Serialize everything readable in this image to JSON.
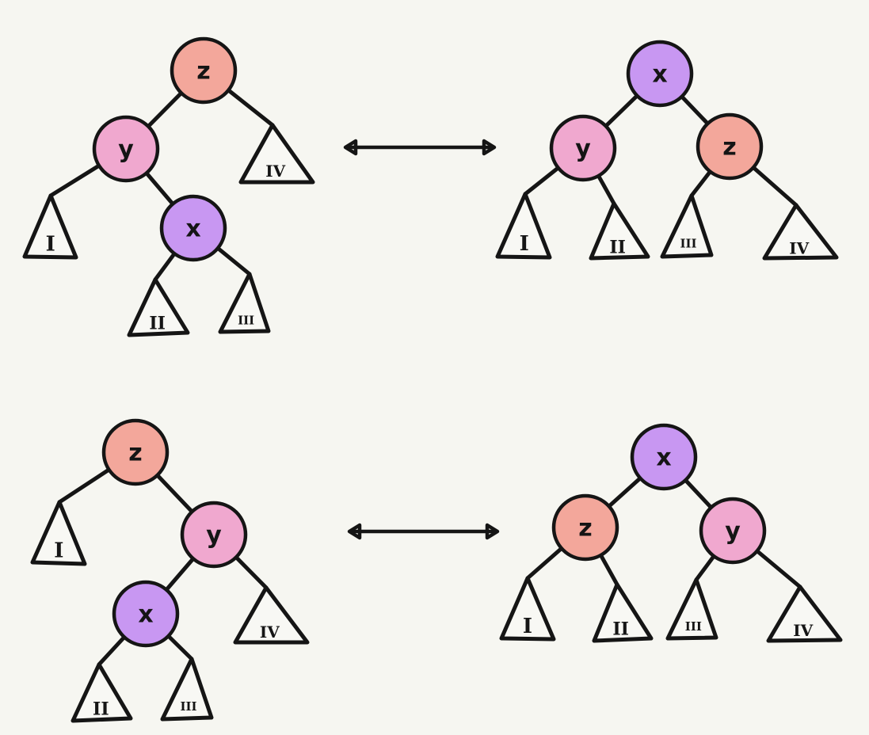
{
  "colors": {
    "background": "#f6f6f1",
    "node_z": "#f3a79b",
    "node_y": "#f0a8cf",
    "node_x": "#c897f2",
    "stroke": "#151515"
  },
  "diagrams": [
    {
      "name": "top-before",
      "nodes": [
        {
          "id": "z",
          "label": "z",
          "color": "node_z"
        },
        {
          "id": "y",
          "label": "y",
          "color": "node_y"
        },
        {
          "id": "x",
          "label": "x",
          "color": "node_x"
        }
      ],
      "subtrees": [
        "I",
        "II",
        "III",
        "IV"
      ]
    },
    {
      "name": "top-after",
      "nodes": [
        {
          "id": "x",
          "label": "x",
          "color": "node_x"
        },
        {
          "id": "y",
          "label": "y",
          "color": "node_y"
        },
        {
          "id": "z",
          "label": "z",
          "color": "node_z"
        }
      ],
      "subtrees": [
        "I",
        "II",
        "III",
        "IV"
      ]
    },
    {
      "name": "bottom-before",
      "nodes": [
        {
          "id": "z",
          "label": "z",
          "color": "node_z"
        },
        {
          "id": "y",
          "label": "y",
          "color": "node_y"
        },
        {
          "id": "x",
          "label": "x",
          "color": "node_x"
        }
      ],
      "subtrees": [
        "I",
        "II",
        "III",
        "IV"
      ]
    },
    {
      "name": "bottom-after",
      "nodes": [
        {
          "id": "x",
          "label": "x",
          "color": "node_x"
        },
        {
          "id": "z",
          "label": "z",
          "color": "node_z"
        },
        {
          "id": "y",
          "label": "y",
          "color": "node_y"
        }
      ],
      "subtrees": [
        "I",
        "II",
        "III",
        "IV"
      ]
    }
  ],
  "arrows": [
    {
      "name": "top-arrow",
      "type": "double-headed"
    },
    {
      "name": "bottom-arrow",
      "type": "double-headed"
    }
  ]
}
